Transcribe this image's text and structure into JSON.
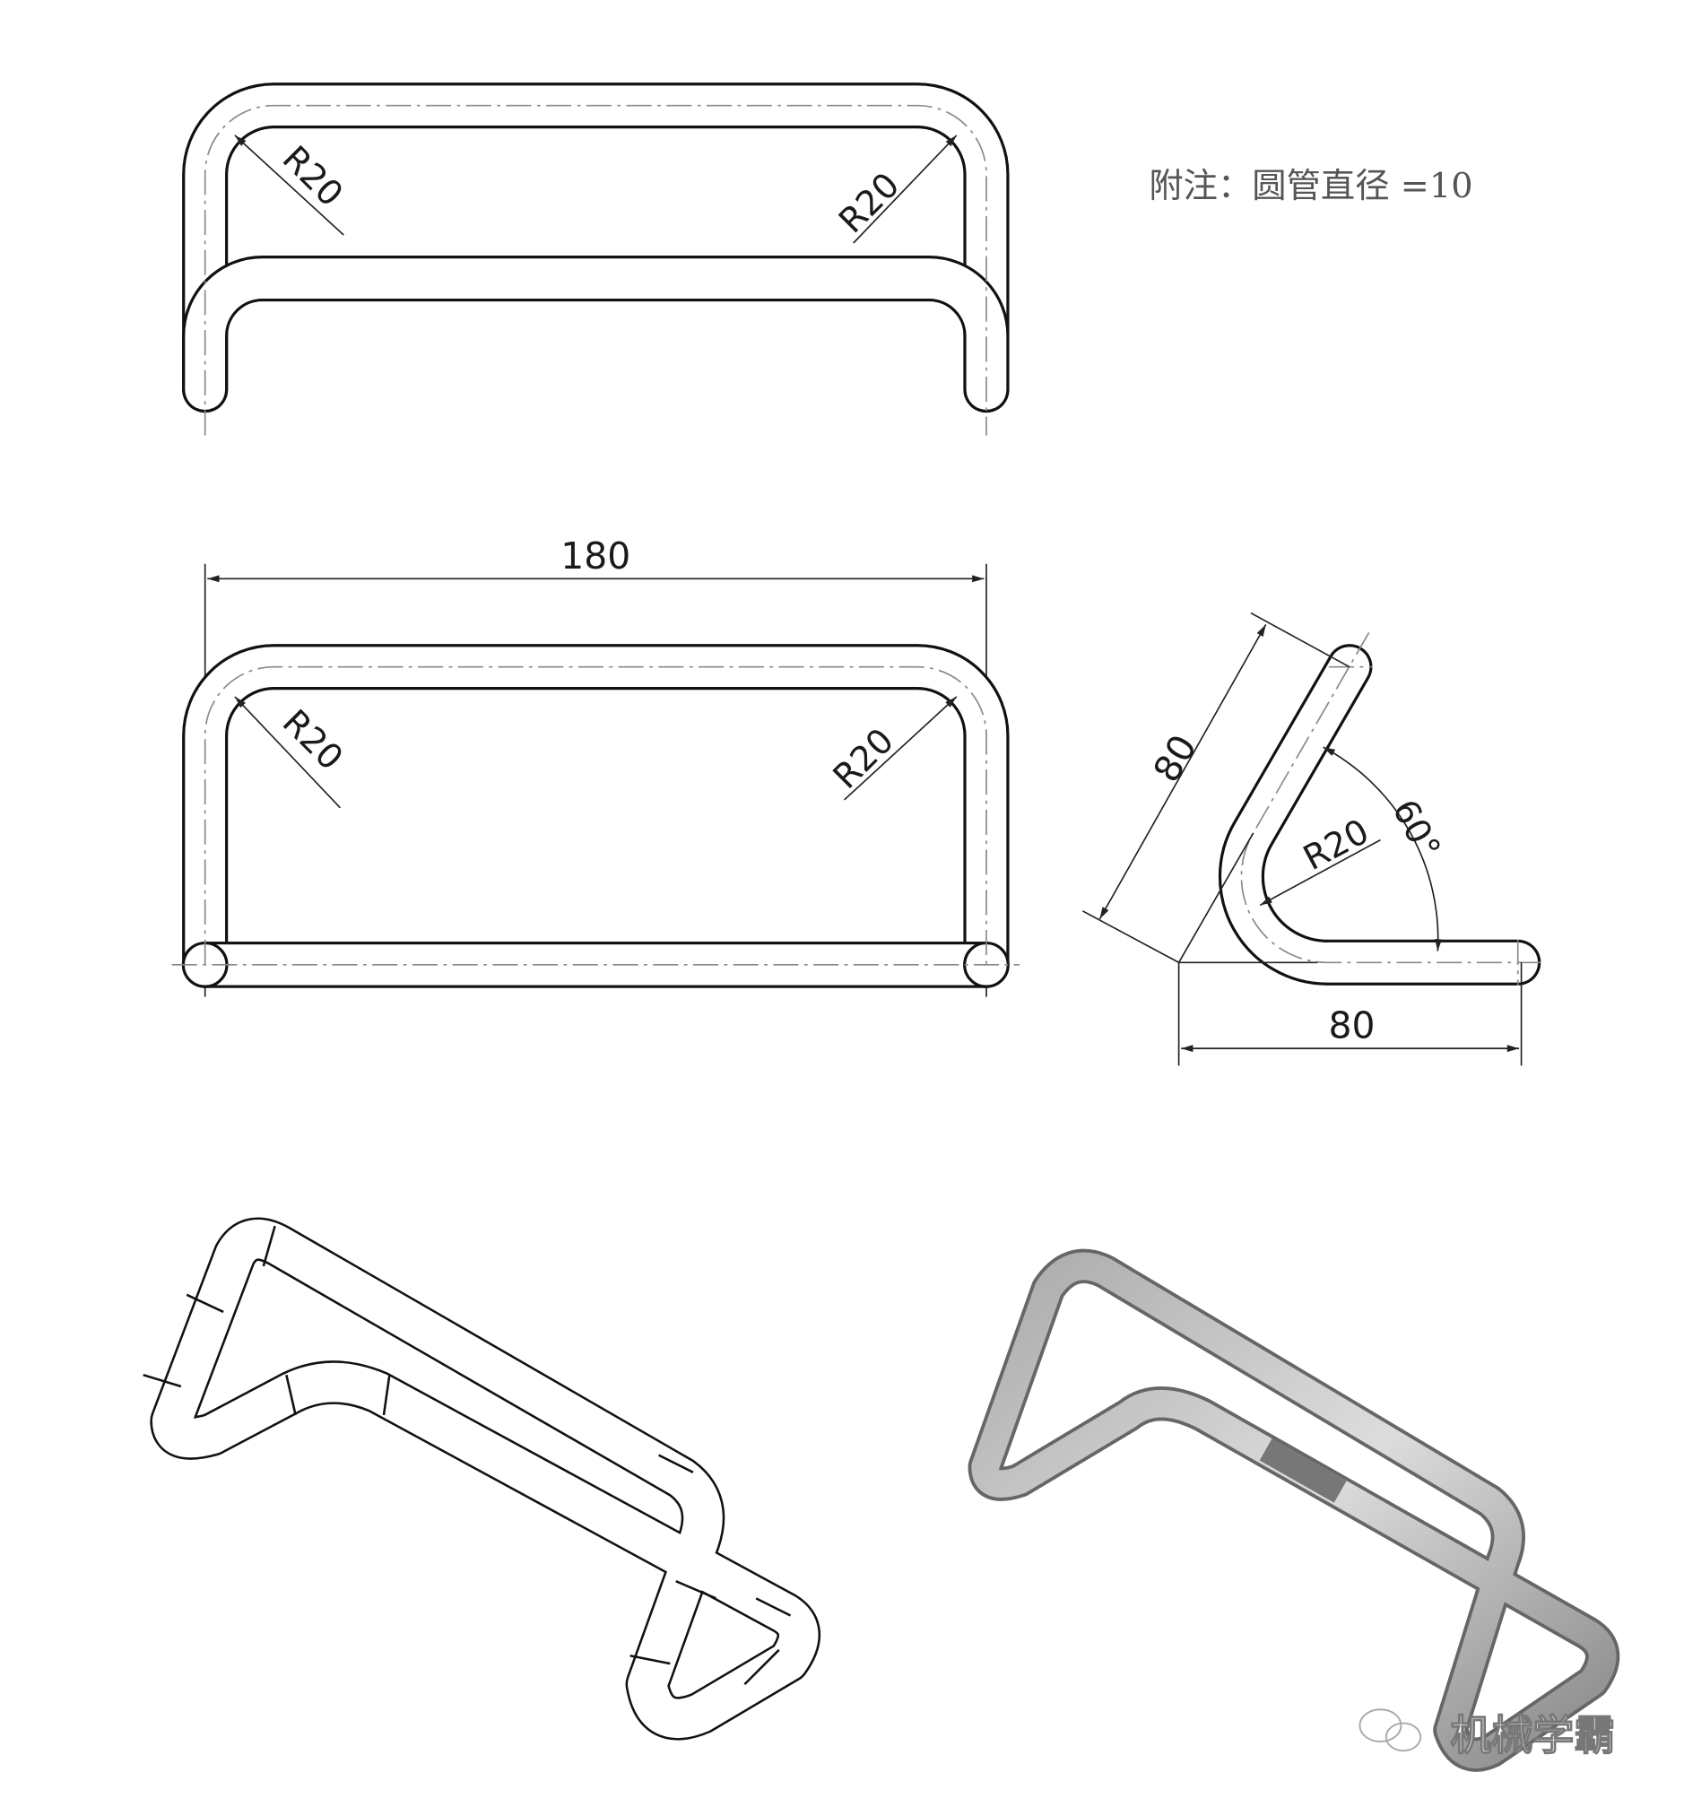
{
  "note": "附注：圆管直径 =10",
  "top_view": {
    "radius_left": "R20",
    "radius_right": "R20"
  },
  "front_view": {
    "width": "180",
    "radius_left": "R20",
    "radius_right": "R20"
  },
  "side_view": {
    "incline_length": "80",
    "base_length": "80",
    "bend_radius": "R20",
    "angle": "60°"
  },
  "watermark": "机械学霸"
}
